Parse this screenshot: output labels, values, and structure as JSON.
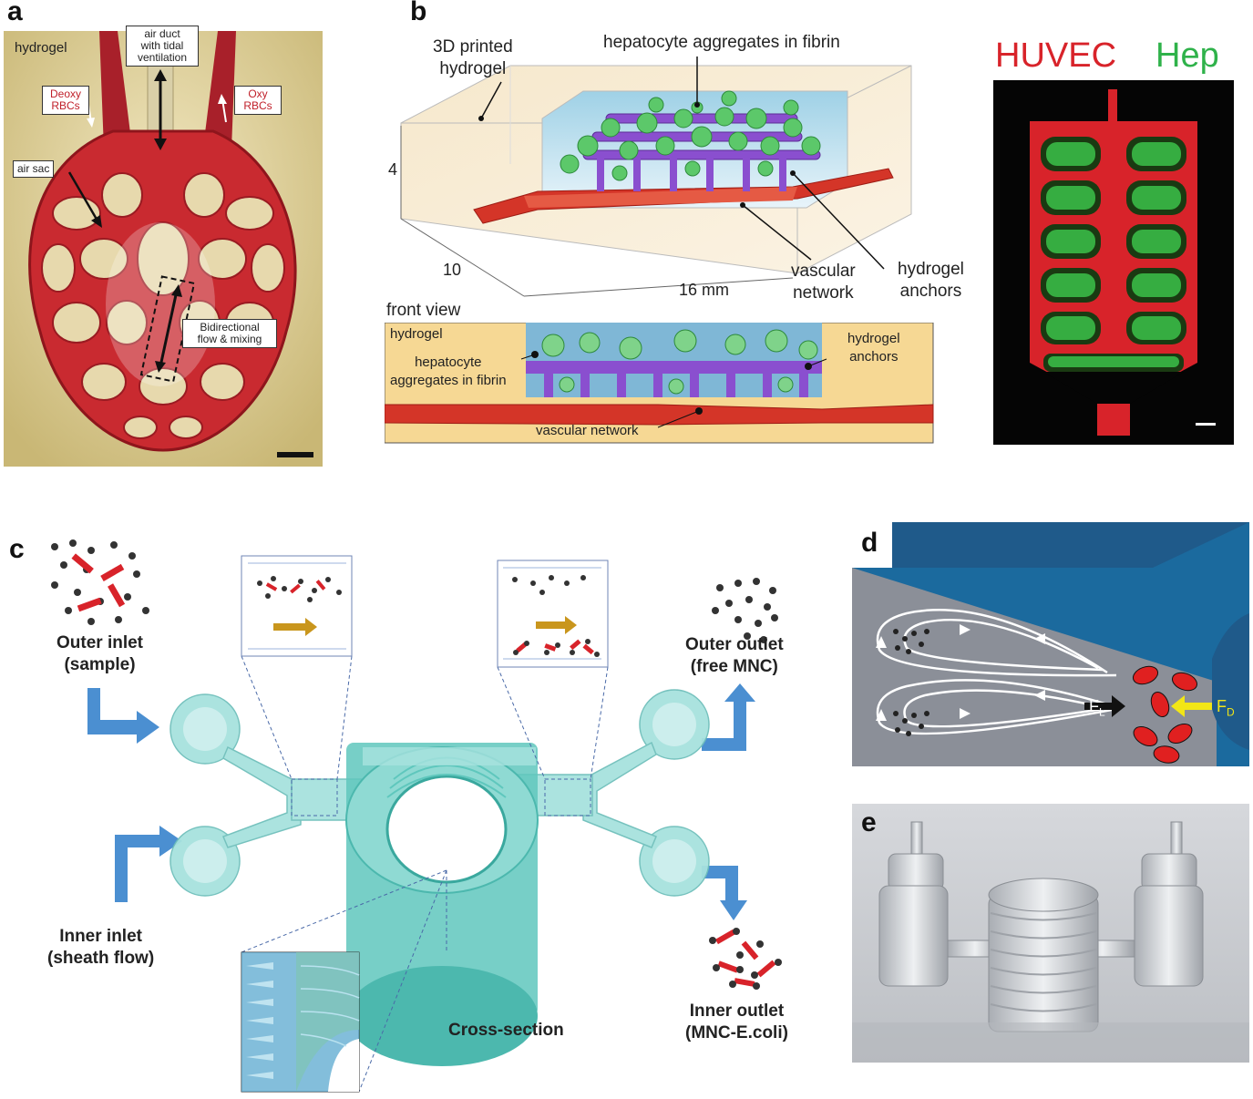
{
  "panels": {
    "a": {
      "letter": "a",
      "hydrogel": "hydrogel",
      "air_duct": [
        "air duct",
        "with tidal",
        "ventilation"
      ],
      "deoxy": [
        "Deoxy",
        "RBCs"
      ],
      "oxy": [
        "Oxy",
        "RBCs"
      ],
      "air_sac": "air sac",
      "bidirectional": [
        "Bidirectional",
        "flow & mixing"
      ]
    },
    "b": {
      "letter": "b",
      "printed": [
        "3D printed",
        "hydrogel"
      ],
      "hep_aggregates": "hepatocyte aggregates in fibrin",
      "dim_4": "4",
      "dim_10": "10",
      "dim_16": "16 mm",
      "vascular": [
        "vascular",
        "network"
      ],
      "anchors": [
        "hydrogel",
        "anchors"
      ],
      "front_view": "front view",
      "fv_hydrogel": "hydrogel",
      "fv_hep": [
        "hepatocyte",
        "aggregates in fibrin"
      ],
      "fv_anchors": [
        "hydrogel",
        "anchors"
      ],
      "fv_vascular": "vascular network",
      "huvec": "HUVEC",
      "hep": "Hep",
      "colors": {
        "huvec": "#d8232a",
        "hep": "#2fb24a"
      }
    },
    "c": {
      "letter": "c",
      "outer_inlet": [
        "Outer inlet",
        "(sample)"
      ],
      "inner_inlet": [
        "Inner inlet",
        "(sheath flow)"
      ],
      "outer_outlet": [
        "Outer outlet",
        "(free MNC)"
      ],
      "inner_outlet": [
        "Inner outlet",
        "(MNC-E.coli)"
      ],
      "cross_section": "Cross-section"
    },
    "d": {
      "letter": "d",
      "fl": "F",
      "fl_sub": "L",
      "fd": "F",
      "fd_sub": "D"
    },
    "e": {
      "letter": "e"
    }
  }
}
